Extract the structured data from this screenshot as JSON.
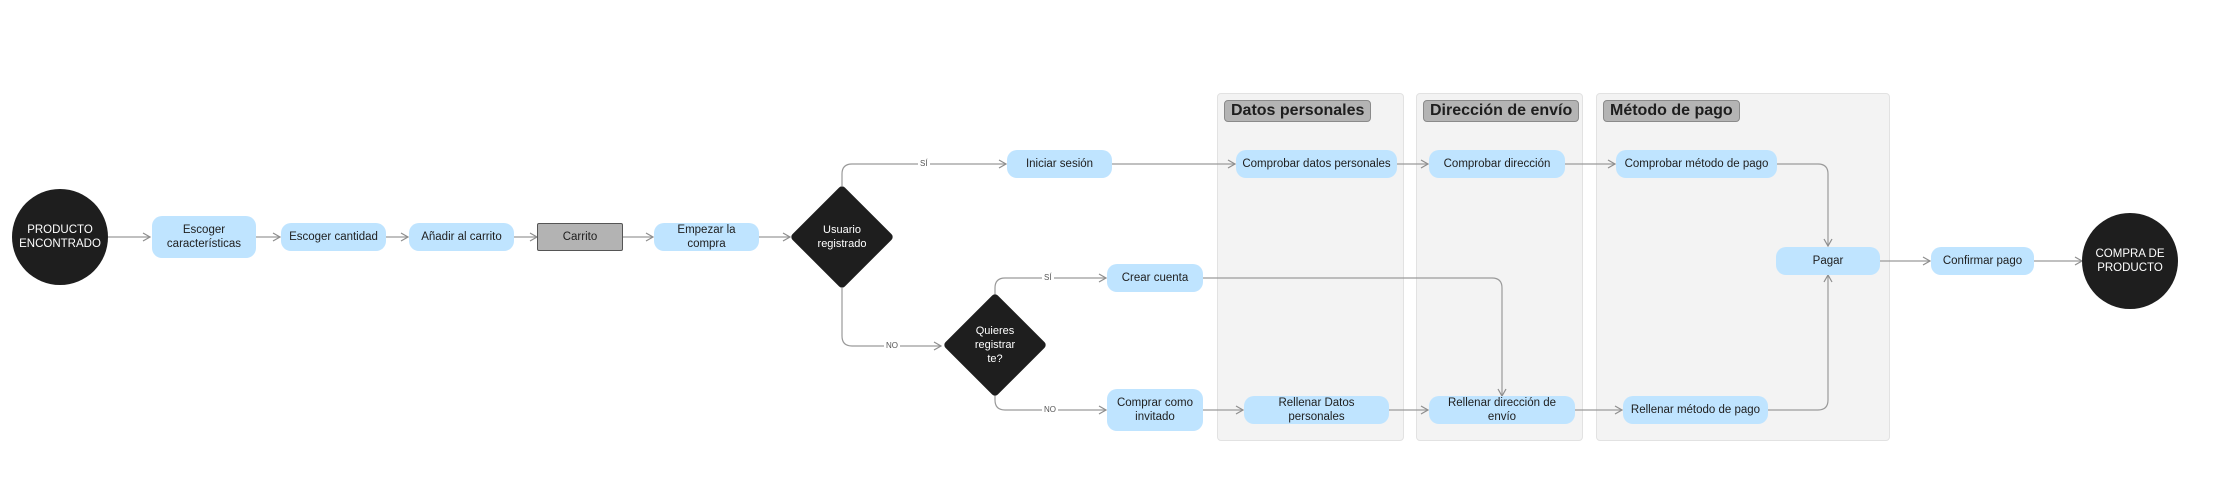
{
  "sections": [
    {
      "id": "personal",
      "title": "Datos personales"
    },
    {
      "id": "address",
      "title": "Dirección de envío"
    },
    {
      "id": "payment",
      "title": "Método de pago"
    }
  ],
  "nodes": {
    "start": "PRODUCTO\nENCONTRADO",
    "choose_features": "Escoger\ncaracterísticas",
    "choose_quantity": "Escoger cantidad",
    "add_cart": "Añadir al carrito",
    "cart": "Carrito",
    "start_purchase": "Empezar la compra",
    "registered_user": "Usuario\nregistrado",
    "login": "Iniciar sesión",
    "want_register": "Quieres\nregistrar\nte?",
    "create_account": "Crear cuenta",
    "buy_guest": "Comprar como\ninvitado",
    "check_personal": "Comprobar datos personales",
    "fill_personal": "Rellenar Datos personales",
    "check_address": "Comprobar dirección",
    "fill_address": "Rellenar dirección de envío",
    "check_payment": "Comprobar método de pago",
    "fill_payment": "Rellenar método de pago",
    "pay": "Pagar",
    "confirm_pay": "Confirmar pago",
    "end": "COMPRA DE\nPRODUCTO"
  },
  "edge_labels": {
    "yes_registered": "SÍ",
    "no_registered": "NO",
    "yes_register": "SÍ",
    "no_register": "NO"
  }
}
